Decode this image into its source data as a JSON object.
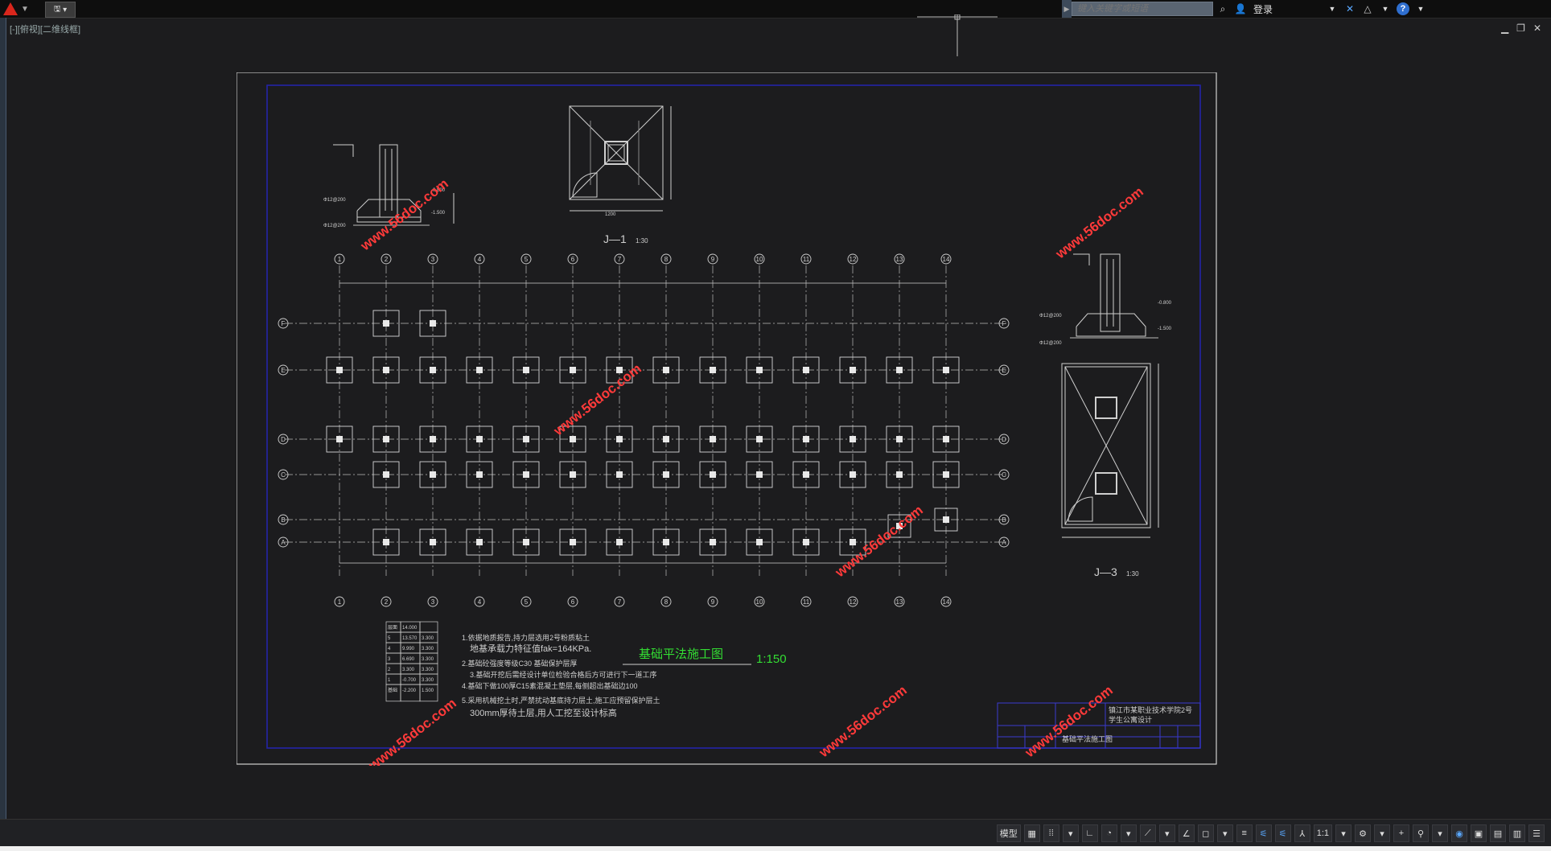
{
  "titlebar": {
    "search_placeholder": "键入关键字或短语",
    "login_label": "登录"
  },
  "viewport": {
    "label": "[-][俯视][二维线框]"
  },
  "drawing": {
    "plan_title": "基础平法施工图",
    "plan_scale": "1:150",
    "detail_j1_label": "J—1",
    "detail_j1_scale": "1:30",
    "detail_j3_label": "J—3",
    "detail_j3_scale": "1:30",
    "watermark": "www.56doc.com",
    "axis_numbers": [
      "1",
      "2",
      "3",
      "4",
      "5",
      "6",
      "7",
      "8",
      "9",
      "10",
      "11",
      "12",
      "13",
      "14"
    ],
    "axis_letters": [
      "F",
      "E",
      "D",
      "C",
      "B",
      "A"
    ],
    "notes": [
      "1.依据地质报告,持力层选用2号粉质粘土",
      "地基承载力特征值fak=164KPa.",
      "2.基础砼强度等级C30  基础保护层厚",
      "3.基础开挖后需经设计单位检验合格后方可进行下一道工序",
      "4.基础下做100厚C15素混凝土垫层,每侧超出基础边100",
      "5.采用机械挖土时,严禁扰动基底持力层土,施工应预留保护层土",
      "300mm厚待土层,用人工挖至设计标高"
    ],
    "titleblock_school": "镇江市某职业技术学院2号",
    "titleblock_project": "学生公寓设计",
    "titleblock_drawing": "基础平法施工图",
    "elev_table": {
      "header": [
        "层面",
        "14.000",
        ""
      ],
      "rows": [
        [
          "5",
          "13.570",
          "3.300"
        ],
        [
          "4",
          "9.990",
          "3.300"
        ],
        [
          "3",
          "6.690",
          "3.300"
        ],
        [
          "2",
          "3.300",
          "3.300"
        ],
        [
          "1",
          "-0.700",
          "3.300"
        ],
        [
          "基础",
          "-2.200",
          "1.500"
        ]
      ]
    }
  },
  "statusbar": {
    "model_label": "模型",
    "scale_label": "1:1"
  }
}
